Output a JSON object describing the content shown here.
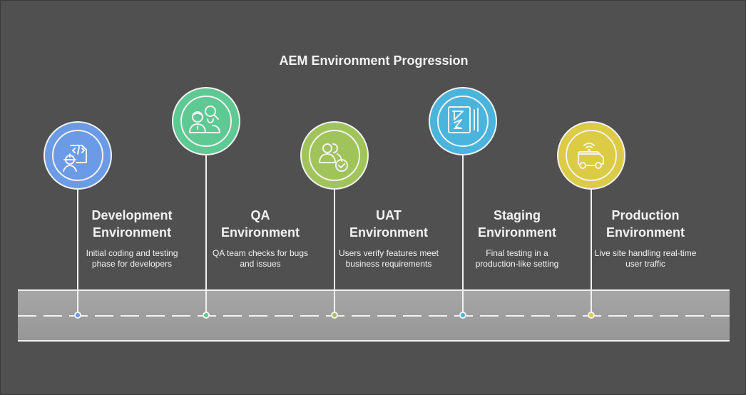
{
  "title": "AEM Environment Progression",
  "stages": [
    {
      "name_line1": "Development",
      "name_line2": "Environment",
      "desc_line1": "Initial coding and testing",
      "desc_line2": "phase for developers",
      "color": "#6b9be6",
      "icon": "developer-code-icon"
    },
    {
      "name_line1": "QA",
      "name_line2": "Environment",
      "desc_line1": "QA team checks for bugs",
      "desc_line2": "and issues",
      "color": "#5ec993",
      "icon": "team-search-icon"
    },
    {
      "name_line1": "UAT",
      "name_line2": "Environment",
      "desc_line1": "Users verify features meet",
      "desc_line2": "business requirements",
      "color": "#a1c45a",
      "icon": "users-check-icon"
    },
    {
      "name_line1": "Staging",
      "name_line2": "Environment",
      "desc_line1": "Final testing in a",
      "desc_line2": "production-like setting",
      "color": "#4ab4dc",
      "icon": "staging-board-icon"
    },
    {
      "name_line1": "Production",
      "name_line2": "Environment",
      "desc_line1": "Live site handling real-time",
      "desc_line2": "user traffic",
      "color": "#dccb45",
      "icon": "delivery-truck-icon"
    }
  ]
}
